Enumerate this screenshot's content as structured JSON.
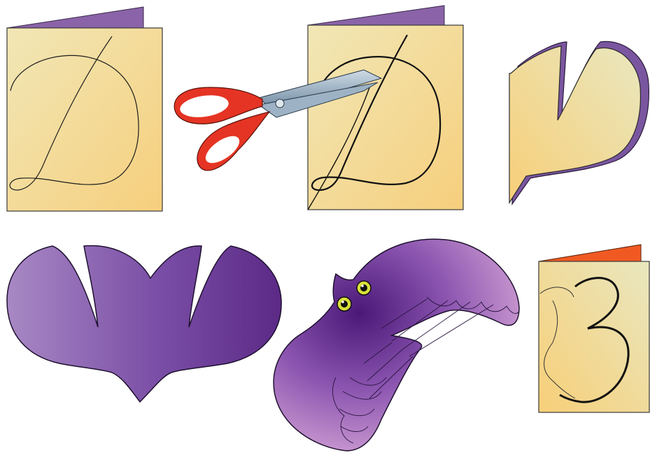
{
  "illustration": {
    "steps": [
      {
        "name": "folded-card-with-d-outline"
      },
      {
        "name": "cutting-along-d-with-scissors"
      },
      {
        "name": "cut-out-half-shape"
      },
      {
        "name": "unfolded-bat-shape"
      },
      {
        "name": "decorated-owl-bird"
      },
      {
        "name": "folded-card-with-3-outline"
      }
    ]
  },
  "colors": {
    "paper_light": "#f6e9b4",
    "paper_dark": "#f3cd78",
    "card_back_purple": "#8a63a8",
    "card_back_orange": "#f05a22",
    "bat_purple_light": "#9f7fbd",
    "bat_purple_dark": "#5b2a86",
    "owl_pink": "#d8a0cf",
    "scissor_red": "#e53424",
    "scissor_blade": "#8fa9bd",
    "eye_yellow": "#d8e03a"
  }
}
